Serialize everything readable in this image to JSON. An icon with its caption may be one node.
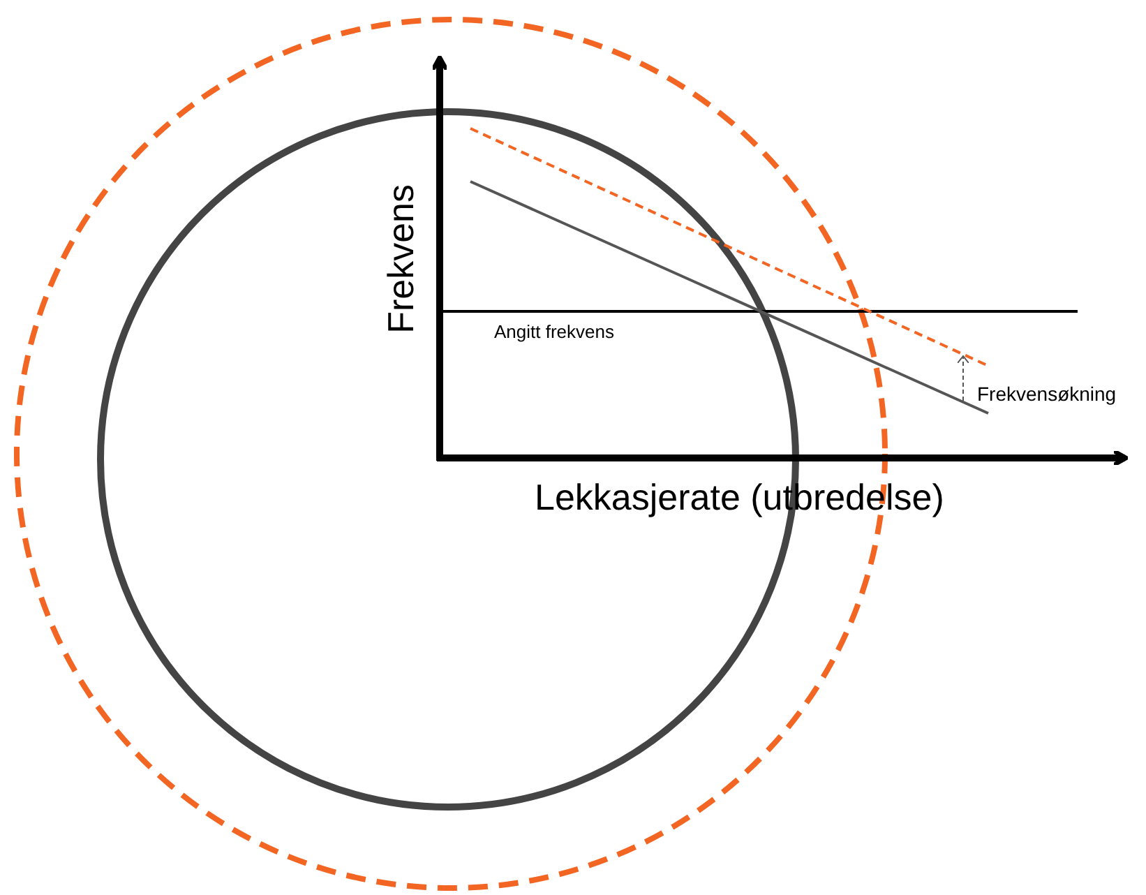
{
  "diagram": {
    "labels": [
      "Frekvens",
      "Angitt frekvens",
      "Frekvensøkning",
      "Lekkasjerate (utbredelse)"
    ]
  }
}
